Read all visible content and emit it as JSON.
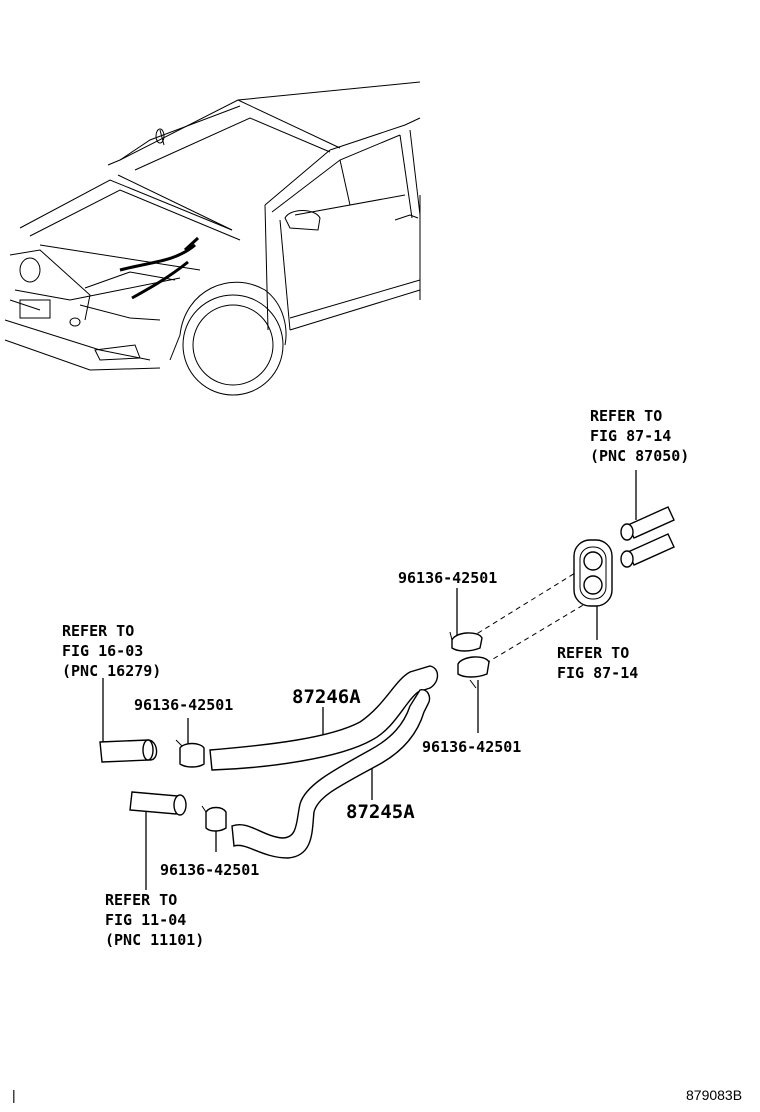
{
  "diagram_code": "879083B",
  "corner_mark": "|",
  "refs": {
    "top_right": [
      "REFER TO",
      "FIG 87-14",
      "(PNC 87050)"
    ],
    "grommet": [
      "REFER TO",
      "FIG 87-14"
    ],
    "left_upper": [
      "REFER TO",
      "FIG 16-03",
      "(PNC 16279)"
    ],
    "left_lower": [
      "REFER TO",
      "FIG 11-04",
      "(PNC 11101)"
    ]
  },
  "parts": {
    "clamp_top_upper": "96136-42501",
    "clamp_top_lower": "96136-42501",
    "clamp_left_upper": "96136-42501",
    "clamp_left_lower": "96136-42501",
    "hose_upper": "87246A",
    "hose_lower": "87245A"
  }
}
